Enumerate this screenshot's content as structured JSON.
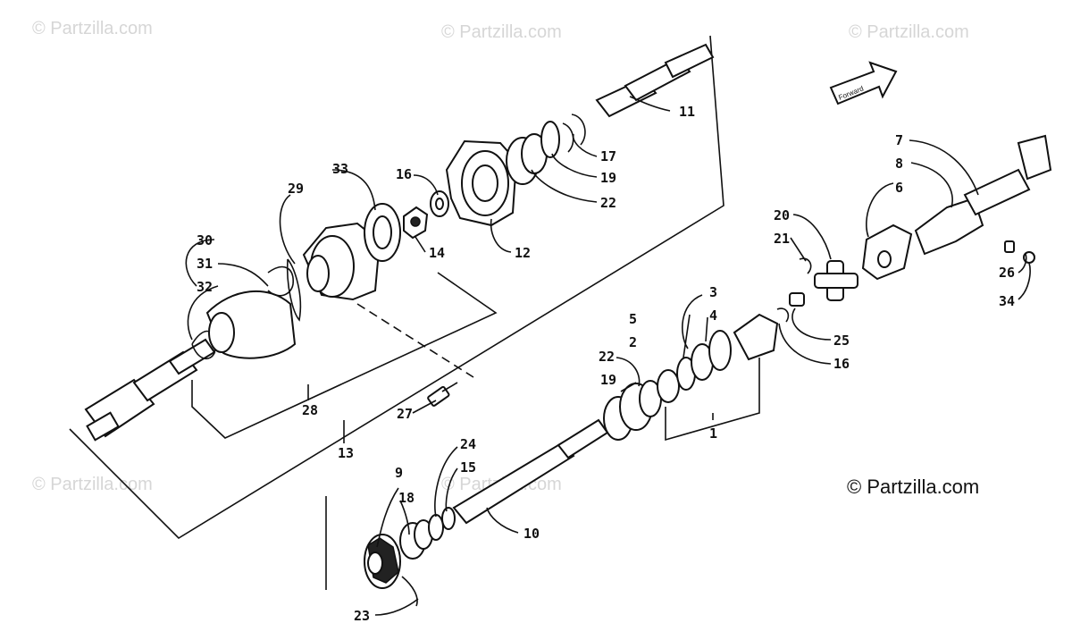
{
  "watermarks": [
    "© Partzilla.com",
    "© Partzilla.com",
    "© Partzilla.com",
    "© Partzilla.com",
    "© Partzilla.com"
  ],
  "brand": "© Partzilla.com",
  "forward_label": "Forward",
  "labels": {
    "p1": "1",
    "p2": "2",
    "p3": "3",
    "p4": "4",
    "p5": "5",
    "p6": "6",
    "p7": "7",
    "p8": "8",
    "p9": "9",
    "p10": "10",
    "p11": "11",
    "p12": "12",
    "p13": "13",
    "p14": "14",
    "p15": "15",
    "p16a": "16",
    "p16b": "16",
    "p17": "17",
    "p18": "18",
    "p19a": "19",
    "p19b": "19",
    "p20": "20",
    "p21": "21",
    "p22a": "22",
    "p22b": "22",
    "p23": "23",
    "p24": "24",
    "p25": "25",
    "p26": "26",
    "p27": "27",
    "p28": "28",
    "p29": "29",
    "p30": "30",
    "p31": "31",
    "p32": "32",
    "p33": "33",
    "p34": "34"
  },
  "colors": {
    "ink": "#111111",
    "watermark": "#d6d6d6",
    "background": "#ffffff"
  }
}
